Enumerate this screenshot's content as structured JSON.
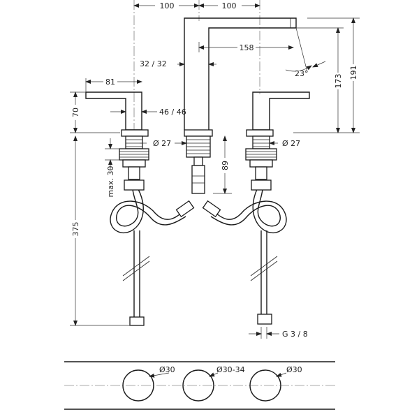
{
  "dimensions": {
    "spacing_left": "100",
    "spacing_right": "100",
    "spout_reach": "158",
    "spout_angle": "23°",
    "height_173": "173",
    "height_191": "191",
    "cartridge_32": "32 / 32",
    "handle_81": "81",
    "handle_46": "46 / 46",
    "handle_70": "70",
    "dia_27_left": "Ø 27",
    "dia_27_right": "Ø 27",
    "depth_89": "89",
    "max_30": "max. 30",
    "length_375": "375",
    "thread": "G 3 / 8"
  },
  "deck": {
    "hole_left": "Ø30",
    "hole_center": "Ø30-34",
    "hole_right": "Ø30"
  },
  "icons": [
    "dimension-arrow",
    "centerline",
    "hose-loop",
    "break-line"
  ]
}
